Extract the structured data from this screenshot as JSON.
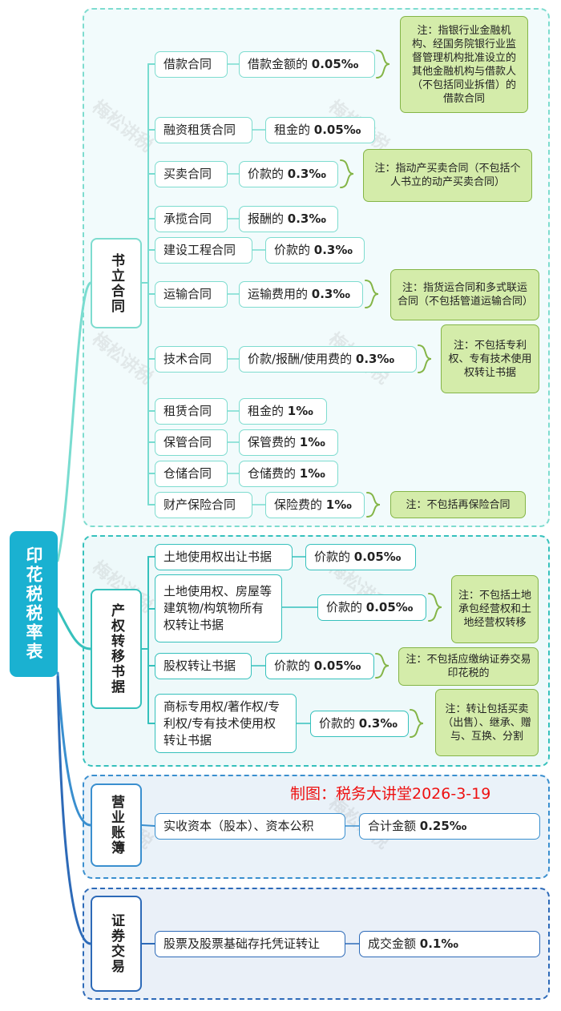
{
  "root": {
    "label": "印花税税率表"
  },
  "credit": "制图：税务大讲堂2026-3-19",
  "watermark": "梅松讲税",
  "groups": [
    {
      "label": "书立合同",
      "color": "#79dcd0",
      "items": [
        {
          "name": "借款合同",
          "rate_prefix": "借款金额的",
          "rate_value": "0.05‰",
          "note": "注：指银行业金融机构、经国务院银行业监督管理机构批准设立的其他金融机构与借款人（不包括同业拆借）的借款合同"
        },
        {
          "name": "融资租赁合同",
          "rate_prefix": "租金的",
          "rate_value": "0.05‰",
          "note": ""
        },
        {
          "name": "买卖合同",
          "rate_prefix": "价款的",
          "rate_value": "0.3‰",
          "note": "注：指动产买卖合同（不包括个人书立的动产买卖合同）"
        },
        {
          "name": "承揽合同",
          "rate_prefix": "报酬的",
          "rate_value": "0.3‰",
          "note": ""
        },
        {
          "name": "建设工程合同",
          "rate_prefix": "价款的",
          "rate_value": "0.3‰",
          "note": ""
        },
        {
          "name": "运输合同",
          "rate_prefix": "运输费用的",
          "rate_value": "0.3‰",
          "note": "注：指货运合同和多式联运合同（不包括管道运输合同）"
        },
        {
          "name": "技术合同",
          "rate_prefix": "价款/报酬/使用费的",
          "rate_value": "0.3‰",
          "note": "注：不包括专利权、专有技术使用权转让书据"
        },
        {
          "name": "租赁合同",
          "rate_prefix": "租金的",
          "rate_value": "1‰",
          "note": ""
        },
        {
          "name": "保管合同",
          "rate_prefix": "保管费的",
          "rate_value": "1‰",
          "note": ""
        },
        {
          "name": "仓储合同",
          "rate_prefix": "仓储费的",
          "rate_value": "1‰",
          "note": ""
        },
        {
          "name": "财产保险合同",
          "rate_prefix": "保险费的",
          "rate_value": "1‰",
          "note": "注：不包括再保险合同"
        }
      ]
    },
    {
      "label": "产权转移书据",
      "color": "#36c1bc",
      "items": [
        {
          "name": "土地使用权出让书据",
          "rate_prefix": "价款的",
          "rate_value": "0.05‰",
          "note": ""
        },
        {
          "name": "土地使用权、房屋等建筑物/构筑物所有权转让书据",
          "rate_prefix": "价款的",
          "rate_value": "0.05‰",
          "note": "注：不包括土地承包经营权和土地经营权转移"
        },
        {
          "name": "股权转让书据",
          "rate_prefix": "价款的",
          "rate_value": "0.05‰",
          "note": "注：不包括应缴纳证券交易印花税的"
        },
        {
          "name": "商标专用权/著作权/专利权/专有技术使用权转让书据",
          "rate_prefix": "价款的",
          "rate_value": "0.3‰",
          "note": "注：转让包括买卖（出售）、继承、赠与、互换、分割"
        }
      ]
    },
    {
      "label": "营业账簿",
      "color": "#3a8fcf",
      "items": [
        {
          "name": "实收资本（股本）、资本公积",
          "rate_prefix": "合计金额",
          "rate_value": "0.25‰",
          "note": ""
        }
      ]
    },
    {
      "label": "证券交易",
      "color": "#2d6ab8",
      "items": [
        {
          "name": "股票及股票基础存托凭证转让",
          "rate_prefix": "成交金额",
          "rate_value": "0.1‰",
          "note": ""
        }
      ]
    }
  ]
}
